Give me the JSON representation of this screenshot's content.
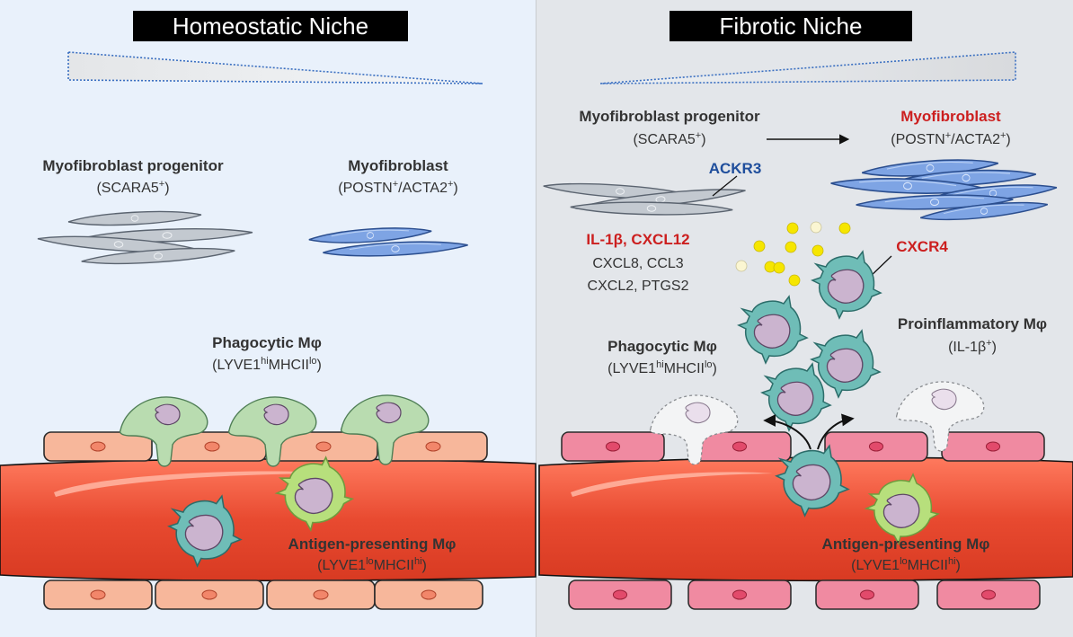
{
  "colors": {
    "left_background": "#e9f1fb",
    "right_background": "#e3e6ea",
    "divider": "#c9ccd0",
    "title_bar": "#000000",
    "vessel": "#e84a30",
    "left_endothelial": "#f7b79b",
    "right_endothelial": "#f08aa1",
    "progenitor_cell": "#c3c9d0",
    "myofibroblast_cell": "#7ea4e4",
    "chemokine_dot": "#f6e600",
    "macrophage_teal": "#6fbdb7",
    "antigen_presenting_green": "#b7df7c",
    "phagocytic_green": "#b9dcb0",
    "nucleus": "#cbb4cf",
    "red_label": "#cc1f1f",
    "blue_label": "#1f4e9c"
  },
  "left": {
    "title": "Homeostatic Niche",
    "progenitor": {
      "name": "Myofibroblast progenitor",
      "marker": "(SCARA5",
      "marker_sup": "+",
      "marker_end": ")"
    },
    "myofibroblast": {
      "name": "Myofibroblast",
      "m1": "(POSTN",
      "s1": "+",
      "m2": "/ACTA2",
      "s2": "+",
      "m3": ")"
    },
    "phagocytic": {
      "name": "Phagocytic Mφ",
      "p1": "(LYVE1",
      "s1": "hi",
      "p2": "MHCII",
      "s2": "lo",
      "p3": ")"
    },
    "antigen": {
      "name": "Antigen-presenting Mφ",
      "p1": "(LYVE1",
      "s1": "lo",
      "p2": "MHCII",
      "s2": "hi",
      "p3": ")"
    }
  },
  "right": {
    "title": "Fibrotic Niche",
    "progenitor": {
      "name": "Myofibroblast progenitor",
      "marker": "(SCARA5",
      "marker_sup": "+",
      "marker_end": ")"
    },
    "myofibroblast": {
      "name": "Myofibroblast",
      "m1": "(POSTN",
      "s1": "+",
      "m2": "/ACTA2",
      "s2": "+",
      "m3": ")"
    },
    "ackr3": "ACKR3",
    "cxcr4": "CXCR4",
    "cytokines_red": "IL-1β, CXCL12",
    "cytokines_line2": "CXCL8, CCL3",
    "cytokines_line3": "CXCL2, PTGS2",
    "phagocytic": {
      "name": "Phagocytic Mφ",
      "p1": "(LYVE1",
      "s1": "hi",
      "p2": "MHCII",
      "s2": "lo",
      "p3": ")"
    },
    "proinflammatory": {
      "name": "Proinflammatory Mφ",
      "p1": "(IL-1β",
      "s1": "+",
      "p2": ")"
    },
    "antigen": {
      "name": "Antigen-presenting Mφ",
      "p1": "(LYVE1",
      "s1": "lo",
      "p2": "MHCII",
      "s2": "hi",
      "p3": ")"
    }
  }
}
